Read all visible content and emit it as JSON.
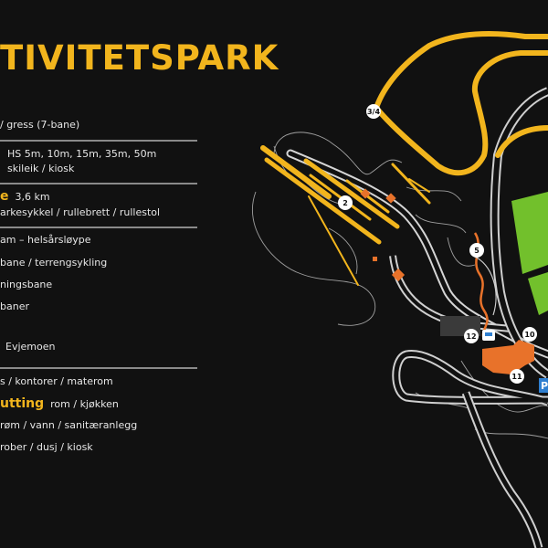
{
  "title": "TIVITETSPARK",
  "legend": [
    {
      "text": "/  gress (7-bane)"
    },
    {
      "text": "HS 5m, 10m, 15m, 35m, 50m"
    },
    {
      "text": "skileik  /  kiosk"
    },
    {
      "highlight": "e",
      "text": "3,6 km"
    },
    {
      "text": "arkesykkel  /  rullebrett  /  rullestol"
    },
    {
      "text": "am  –  helsårsløype"
    },
    {
      "text": "bane  /  terrengsykling"
    },
    {
      "text": "ningsbane"
    },
    {
      "text": "baner"
    },
    {
      "text": "Evjemoen"
    },
    {
      "text": "s  /  kontorer  /  materom"
    },
    {
      "highlight": "utting",
      "text": "rom  /  kjøkken"
    },
    {
      "text": "røm  /  vann  /  sanitæranlegg"
    },
    {
      "text": "rober  /  dusj  /  kiosk"
    }
  ],
  "markers": {
    "m34": "3/4",
    "m2": "2",
    "m5": "5",
    "m12": "12",
    "m10": "10",
    "m11": "11"
  },
  "parking": "P",
  "colors": {
    "background": "#111111",
    "accent": "#f2b51d",
    "road": "#d8d8d8",
    "green_field": "#72c02c",
    "building": "#e8722a",
    "separator": "#8a8a8a",
    "parking": "#2f7fd0"
  },
  "icons": [
    "bus-icon",
    "parking-icon"
  ]
}
